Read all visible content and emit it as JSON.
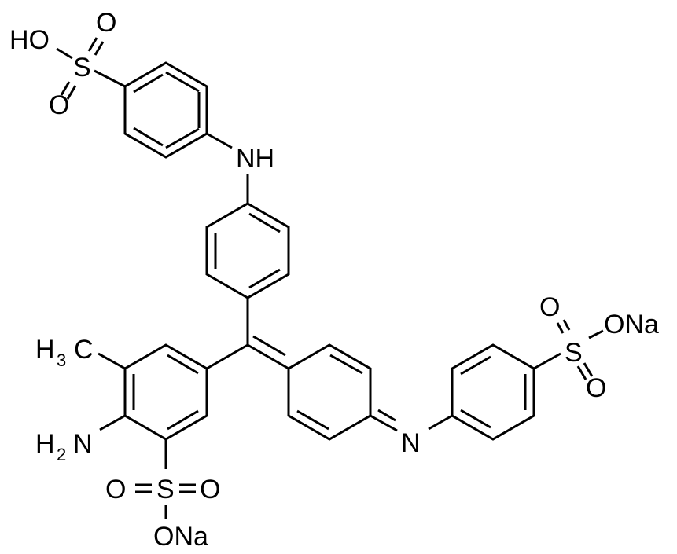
{
  "diagram": {
    "type": "chemical-structure",
    "labels": {
      "ho": "HO",
      "o_top1": "O",
      "s_top": "S",
      "o_top2": "O",
      "nh": "NH",
      "h3c_h": "H",
      "h3c_sub": "3",
      "h3c_c": "C",
      "h2n_h": "H",
      "h2n_sub": "2",
      "h2n_n": "N",
      "o_left": "O",
      "s_bottom": "S",
      "o_right": "O",
      "ona_bottom": "ONa",
      "n_imine": "N",
      "o_r1": "O",
      "s_right": "S",
      "ona_right": "ONa",
      "o_r2": "O"
    }
  }
}
